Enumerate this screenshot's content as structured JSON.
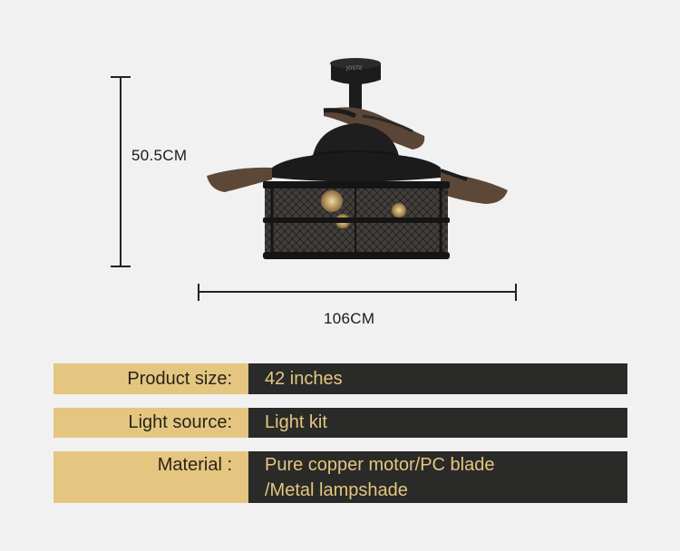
{
  "dimensions": {
    "height": "50.5CM",
    "width": "106CM"
  },
  "specs": [
    {
      "label": "Product size:",
      "value": "42 inches"
    },
    {
      "label": "Light source:",
      "value": "Light kit"
    },
    {
      "label": "Material :",
      "value": "Pure copper motor/PC blade\n/Metal lampshade"
    }
  ],
  "product": {
    "name": "ceiling-fan-with-cage-lampshade",
    "colors": {
      "body": "#1c1c1c",
      "blade": "#5a4536",
      "accent": "#e4c680",
      "panel": "#2a2a28"
    }
  }
}
